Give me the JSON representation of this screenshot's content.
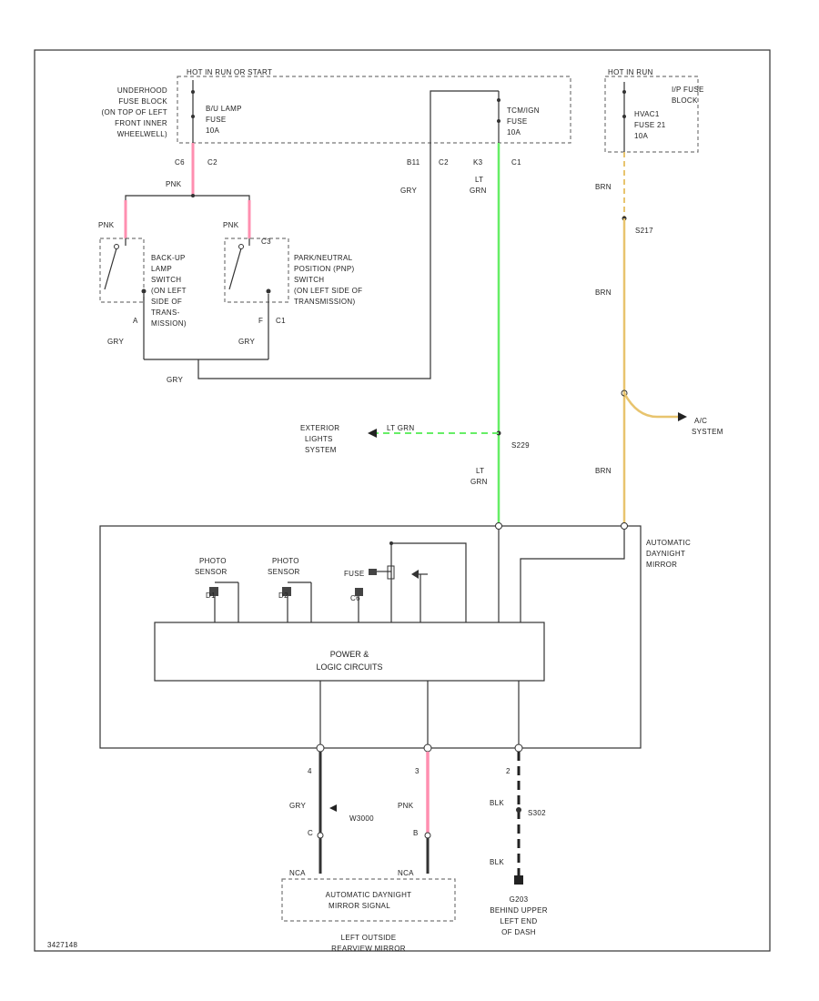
{
  "colors": {
    "pink": "#ff8fb0",
    "lt_grn": "#66ee66",
    "brn": "#e8c46e",
    "blk": "#222222",
    "line": "#333333"
  },
  "fuse_block_left": {
    "header": "HOT IN RUN OR START",
    "location": [
      "UNDERHOOD",
      "FUSE BLOCK",
      "(ON TOP OF LEFT",
      "FRONT INNER",
      "WHEELWELL)"
    ],
    "fuse1": [
      "B/U LAMP",
      "FUSE",
      "10A"
    ],
    "fuse2": [
      "TCM/IGN",
      "FUSE",
      "10A"
    ],
    "connectors": [
      "C6",
      "C2",
      "B11",
      "C2",
      "K3",
      "C1"
    ]
  },
  "fuse_block_right": {
    "header": "HOT IN RUN",
    "location": [
      "I/P FUSE",
      "BLOCK"
    ],
    "fuse": [
      "HVAC1",
      "FUSE 21",
      "10A"
    ]
  },
  "switches": {
    "backup": [
      "BACK-UP",
      "LAMP",
      "SWITCH",
      "(ON LEFT",
      "SIDE OF",
      "TRANS-",
      "MISSION)"
    ],
    "pnp": [
      "PARK/NEUTRAL",
      "POSITION (PNP)",
      "SWITCH",
      "(ON LEFT SIDE OF",
      "TRANSMISSION)"
    ],
    "pin_a": "A",
    "pin_f": "F",
    "conn_c1": "C1",
    "conn_c3": "C3"
  },
  "wires": {
    "pnk": "PNK",
    "gry": "GRY",
    "lt_grn": [
      "LT",
      "GRN"
    ],
    "brn": "BRN",
    "lt_grn_inline": "LT GRN",
    "s217": "S217",
    "s229": "S229",
    "s302": "S302",
    "blk": "BLK",
    "pnk_b": "PNK"
  },
  "exterior": [
    "EXTERIOR",
    "LIGHTS",
    "SYSTEM"
  ],
  "ac": [
    "A/C",
    "SYSTEM"
  ],
  "mirror": {
    "label": [
      "AUTOMATIC",
      "DAYNIGHT",
      "MIRROR"
    ],
    "photo1": [
      "PHOTO",
      "SENSOR"
    ],
    "photo2": [
      "PHOTO",
      "SENSOR"
    ],
    "logic": [
      "POWER &",
      "LOGIC CIRCUITS"
    ],
    "pins": [
      "4",
      "3",
      "2"
    ],
    "d1": "D1",
    "d2": "D2",
    "c6": "C6",
    "fuse_lbl": "FUSE"
  },
  "outside": {
    "w3000": "W3000",
    "pin_c": "C",
    "pin_b": "B",
    "nca": "NCA",
    "nca2": "NCA",
    "box_label": [
      "AUTOMATIC DAYNIGHT",
      "MIRROR SIGNAL"
    ],
    "mirror_label": [
      "LEFT OUTSIDE",
      "REARVIEW MIRROR"
    ],
    "ground": [
      "G203",
      "BEHIND UPPER",
      "LEFT END",
      "OF DASH"
    ]
  },
  "footer_id": "3427148"
}
